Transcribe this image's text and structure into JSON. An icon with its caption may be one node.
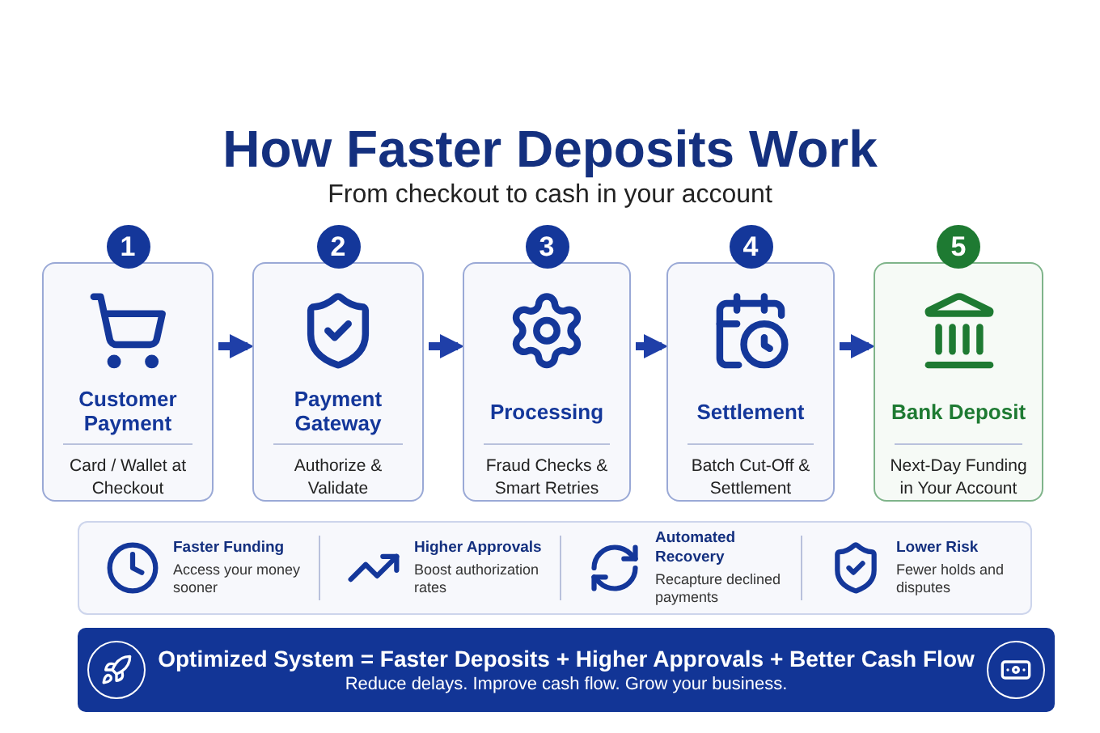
{
  "diagram": {
    "title": "How Faster Deposits Work",
    "nodes": [
      {
        "text": [
          "Customer Payment",
          "Card / Wallet at Checkout"
        ],
        "beside": [
          "1"
        ]
      },
      {
        "text": [
          "Payment Gateway",
          "Authorize & Validate"
        ],
        "beside": [
          "2"
        ]
      },
      {
        "text": [
          "Processing",
          "Fraud Checks & Smart Retries"
        ],
        "beside": [
          "3"
        ]
      },
      {
        "text": [
          "Settlement",
          "Batch Cut-Off & Settlement"
        ],
        "beside": [
          "4"
        ]
      },
      {
        "text": [
          "Bank Deposit",
          "Next-Day Funding in Your Account"
        ],
        "beside": [
          "5"
        ]
      },
      {
        "text": [
          "Faster Funding",
          "Access your money sooner",
          "Higher Approvals",
          "Boost authorization rates",
          "Automated Recovery",
          "Recapture declined payments",
          "Lower Risk",
          "Fewer holds and disputes"
        ]
      },
      {
        "text": [
          "Optimized System = Faster Deposits + Higher Approvals + Better Cash Flow",
          "Reduce delays. Improve cash flow. Grow your business."
        ]
      }
    ],
    "edges": [
      {
        "from": 0,
        "to": 1,
        "arrow": "to"
      },
      {
        "from": 1,
        "to": 2,
        "arrow": "to"
      },
      {
        "from": 2,
        "to": 3,
        "arrow": "to"
      },
      {
        "from": 3,
        "to": 4,
        "arrow": "to"
      }
    ],
    "labels": [
      "From checkout to cash in your account"
    ]
  }
}
